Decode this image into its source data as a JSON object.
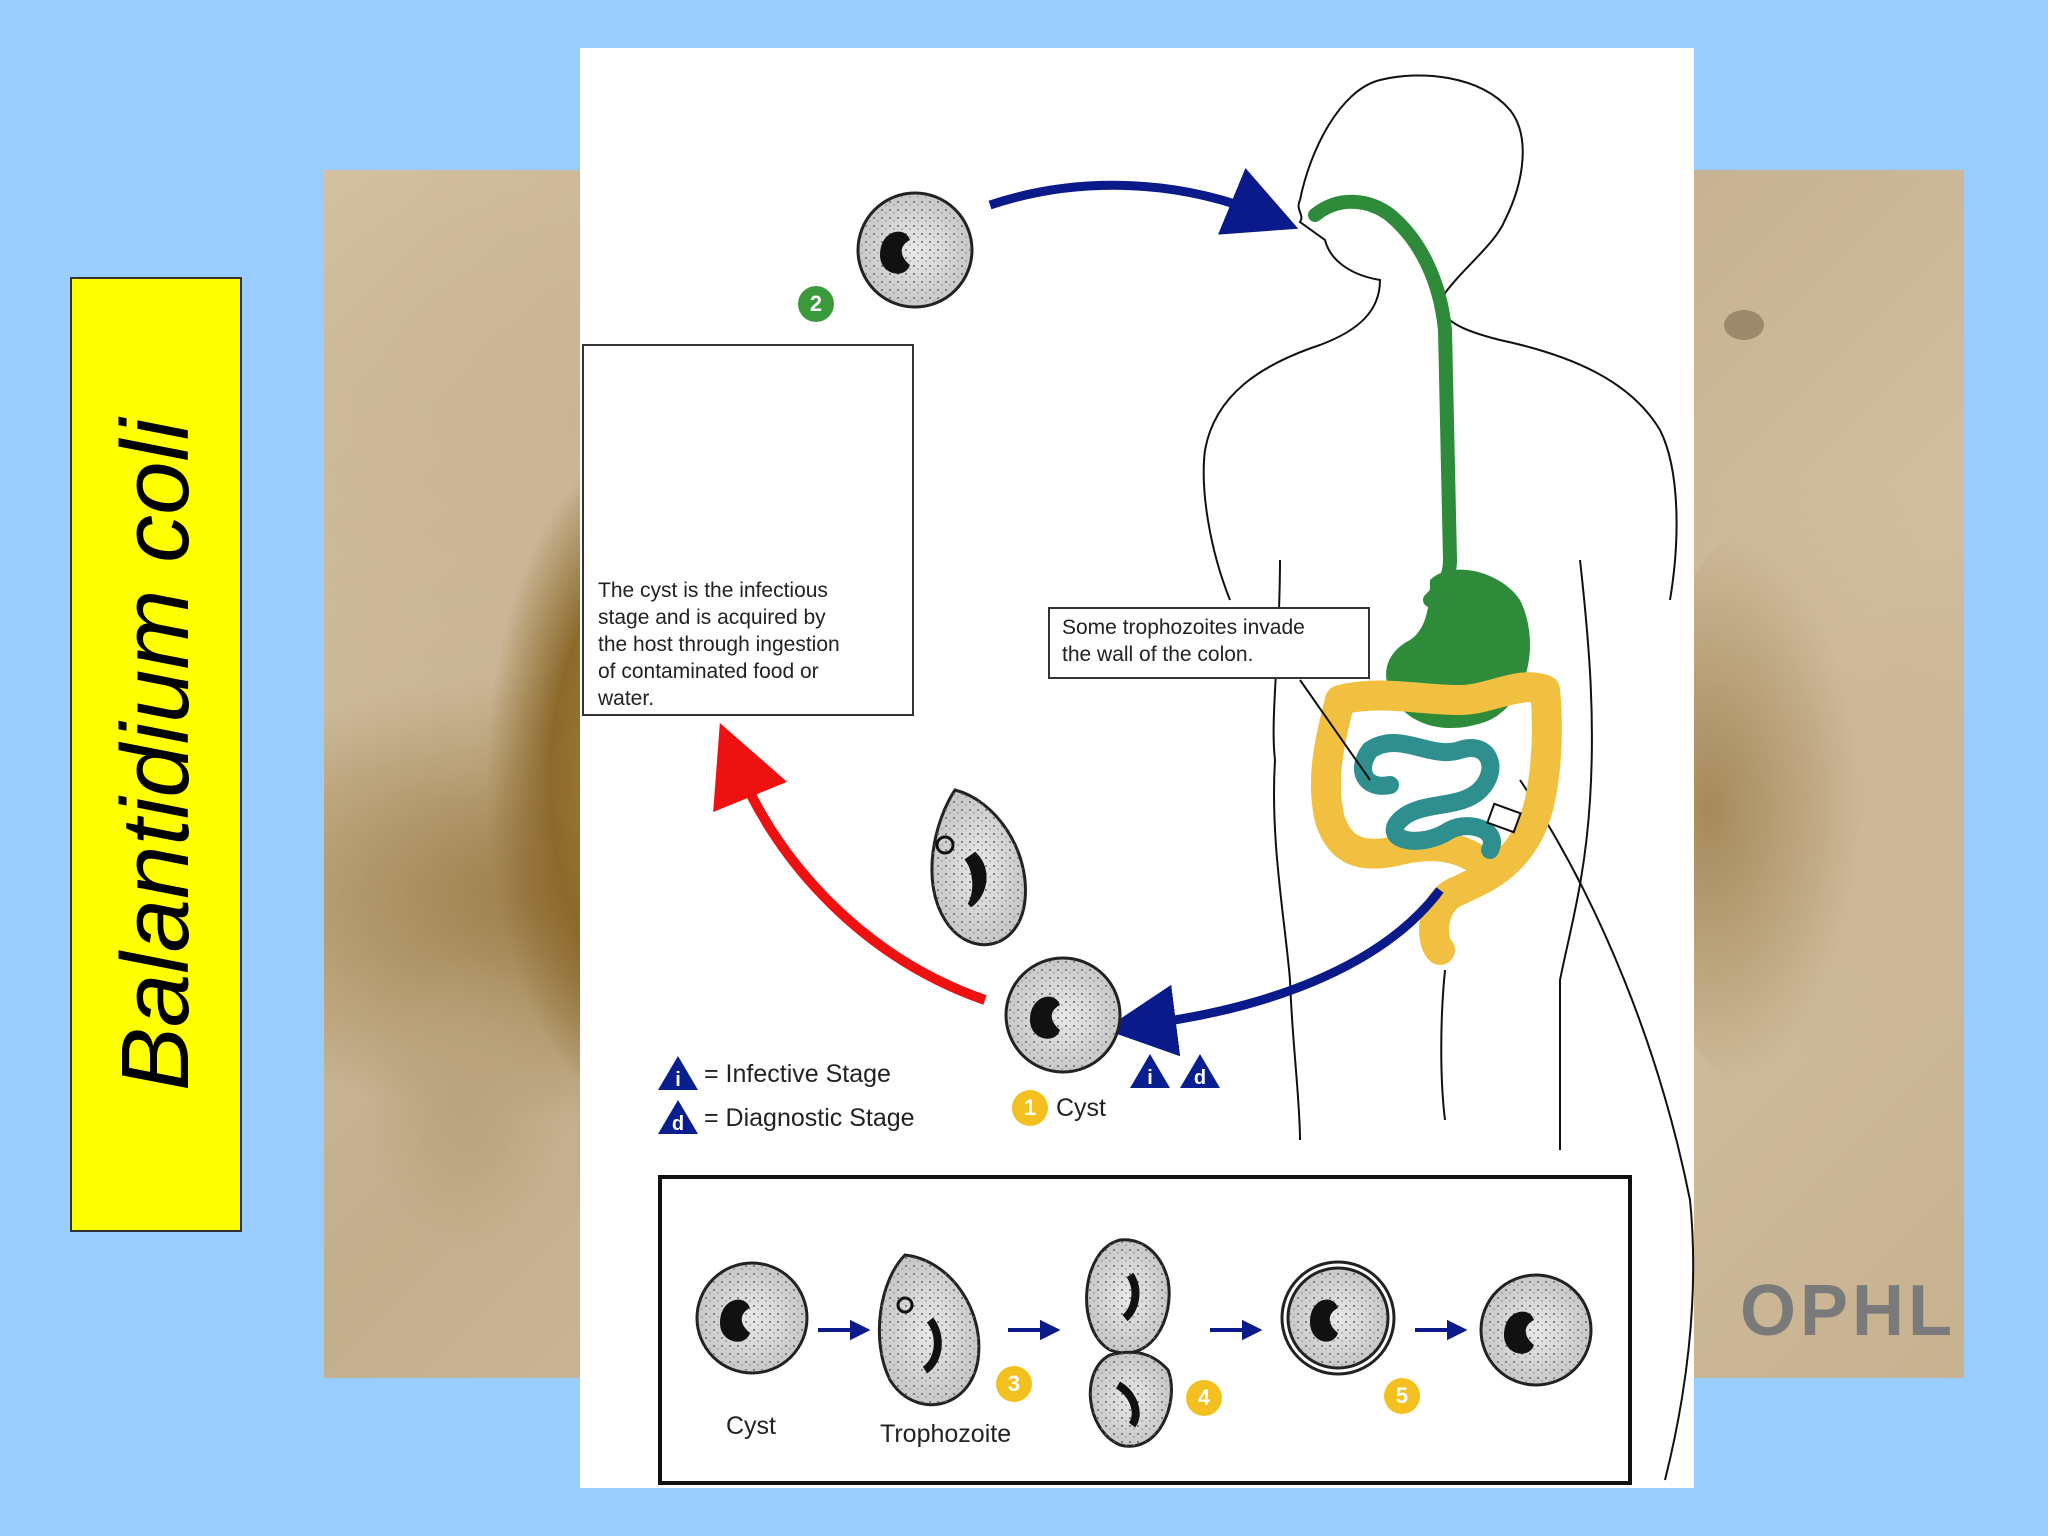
{
  "title": "Balantidium coli",
  "watermark": "OPHL",
  "colors": {
    "background": "#99ccff",
    "title_box": "#ffff00",
    "stage_number_infective": "#3a9a3a",
    "stage_number_other": "#f4c020",
    "infective_triangle": "#0a1f8f",
    "arrow_blue": "#0a1a8a",
    "arrow_red": "#ee1111",
    "gut_green": "#2e8b3a",
    "colon_yellow": "#f2c040",
    "small_intestine_teal": "#2f8f8f"
  },
  "food_box": {
    "caption_lines": [
      "The cyst is the infectious",
      "stage and is acquired by",
      "the host through ingestion",
      "of contaminated food or",
      "water."
    ]
  },
  "colon_box": {
    "caption_lines": [
      "Some trophozoites invade",
      "the wall of the colon."
    ]
  },
  "stage_numbers": {
    "ingestion": "2",
    "cyst": "1",
    "excystation": "3",
    "division": "4",
    "encystation": "5"
  },
  "legend": {
    "infective_letter": "i",
    "infective_text": "= Infective Stage",
    "diagnostic_letter": "d",
    "diagnostic_text": "= Diagnostic Stage"
  },
  "labels": {
    "cyst": "Cyst",
    "stages_cyst": "Cyst",
    "stages_trophozoite": "Trophozoite"
  },
  "icons": [
    "pear-icon",
    "raspberries-icon",
    "apple-icon",
    "water-glass-icon",
    "cyst-icon",
    "trophozoite-icon",
    "human-body-outline",
    "arrow-icon"
  ]
}
